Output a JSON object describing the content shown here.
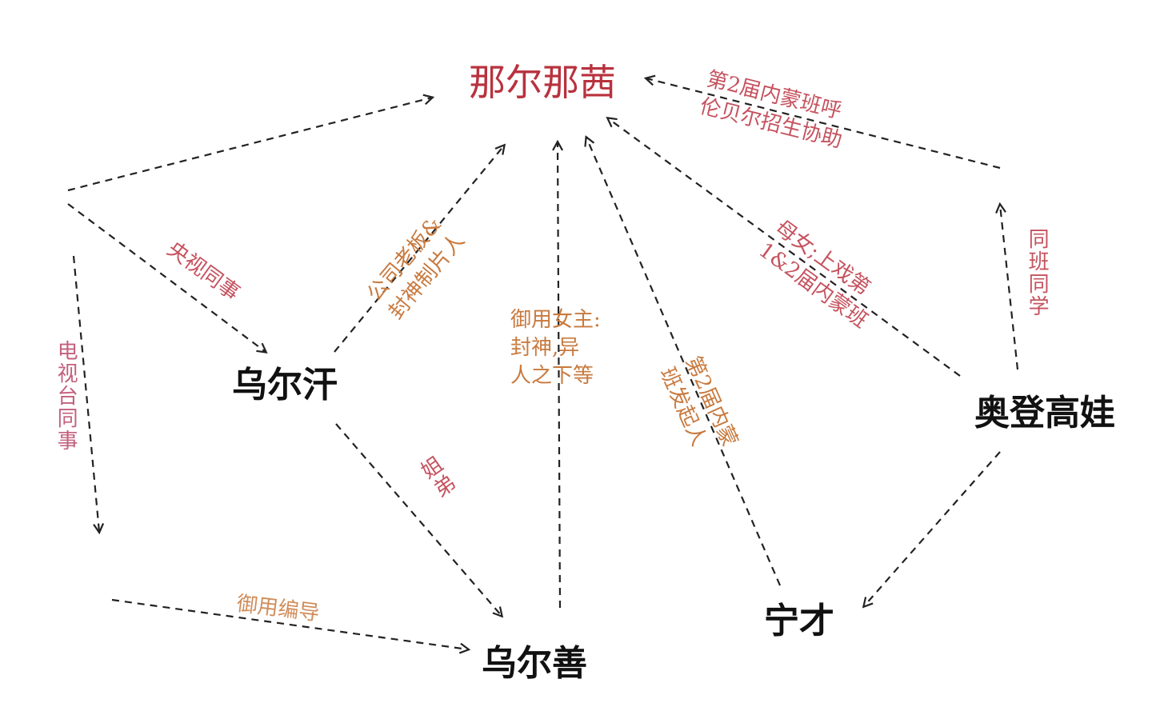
{
  "nodes": {
    "naer": "那尔那茜",
    "wuerhan": "乌尔汗",
    "wuershan": "乌尔善",
    "ningcai": "宁才",
    "aodeng": "奥登高娃"
  },
  "edges": {
    "aodeng_to_naer": [
      "第2届内蒙班呼",
      "伦贝尔招生协助"
    ],
    "aodeng_classmate": "同班同学",
    "aodeng_mother": [
      "母女;上戏第",
      "1&2届内蒙班"
    ],
    "ningcai_label": [
      "第2届内蒙",
      "班发起人"
    ],
    "wuershan_label": [
      "御用女主:",
      "封神,异",
      "人之下等"
    ],
    "wuerhan_label": [
      "公司老板&",
      "封神制片人"
    ],
    "siblings": "姐弟",
    "cctv_colleague": "央视同事",
    "tv_colleague": "电视台同事",
    "bottom_label": "御用编导"
  },
  "colors": {
    "center": "#b8323e",
    "label_red": "#c5535f",
    "label_orange": "#c87a3f",
    "label_pink": "#c2607d"
  }
}
